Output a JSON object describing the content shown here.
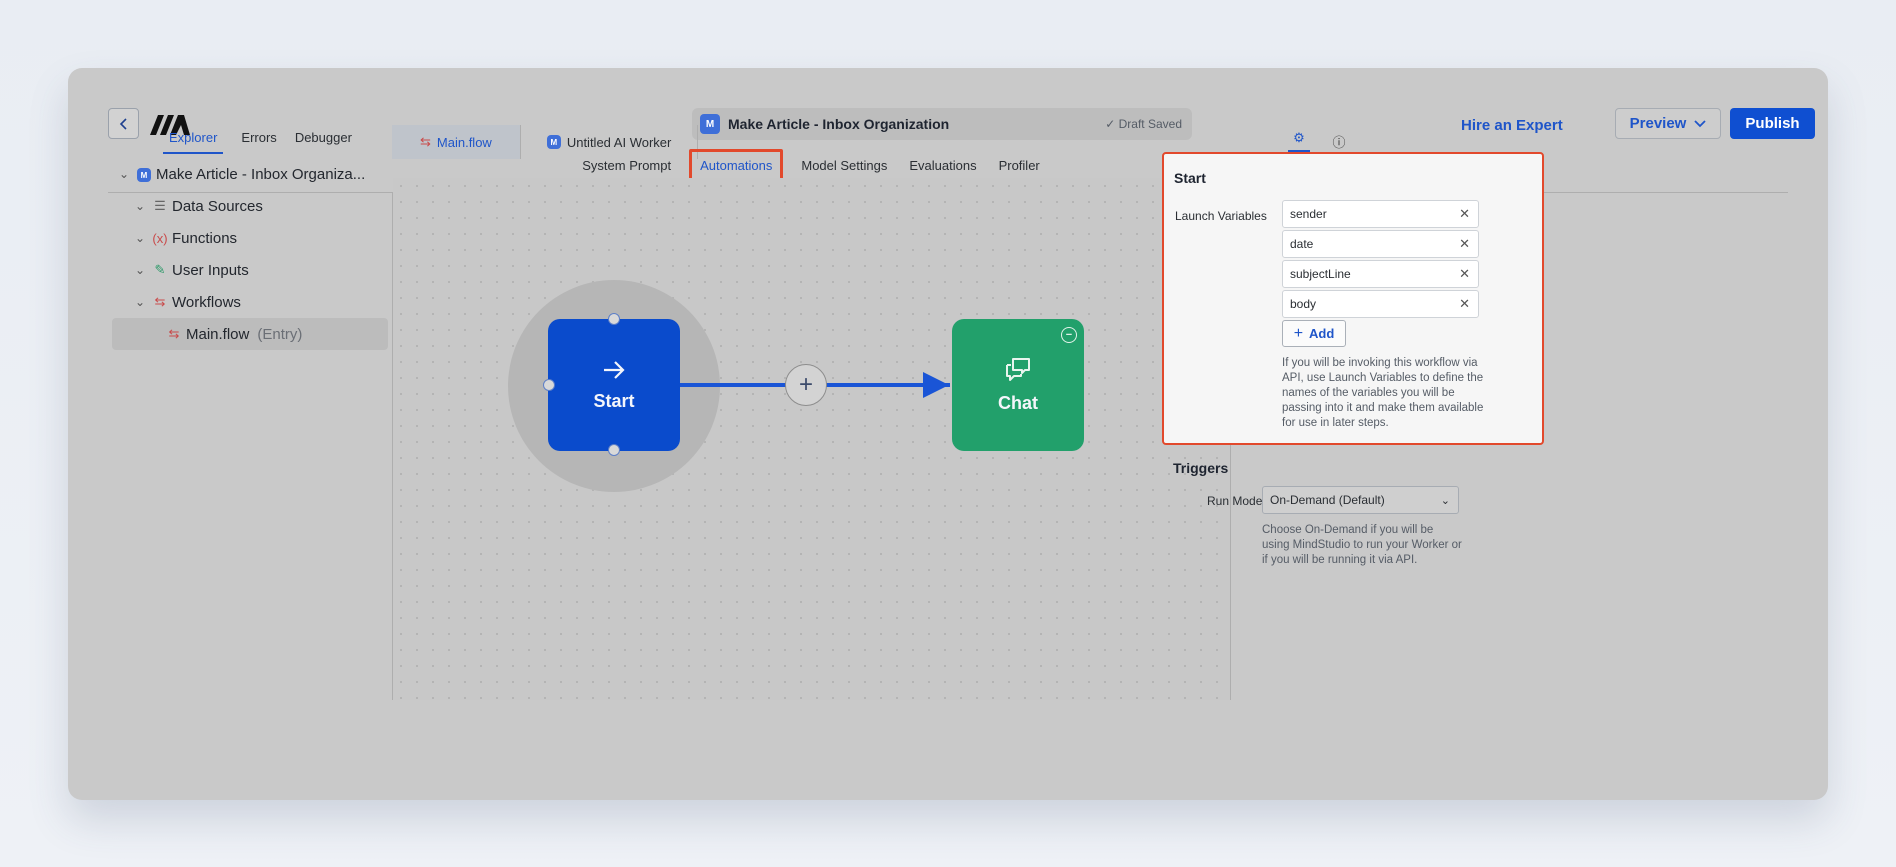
{
  "header": {
    "doc_title": "Make Article - Inbox Organization",
    "draft_status": "Draft Saved",
    "hire_label": "Hire an Expert",
    "preview_label": "Preview",
    "publish_label": "Publish"
  },
  "left_tabs": [
    "Explorer",
    "Errors",
    "Debugger"
  ],
  "tree": {
    "root": "Make Article - Inbox Organiza...",
    "items": [
      "Data Sources",
      "Functions",
      "User Inputs",
      "Workflows"
    ],
    "selected": {
      "name": "Main.flow",
      "tag": "(Entry)"
    }
  },
  "file_tabs": [
    "Main.flow",
    "Untitled AI Worker"
  ],
  "sub_tabs": [
    "System Prompt",
    "Automations",
    "Model Settings",
    "Evaluations",
    "Profiler"
  ],
  "canvas": {
    "start_label": "Start",
    "chat_label": "Chat"
  },
  "start_panel": {
    "title": "Start",
    "launch_label": "Launch Variables",
    "variables": [
      "sender",
      "date",
      "subjectLine",
      "body"
    ],
    "add_label": "Add",
    "help": "If you will be invoking this workflow via API, use Launch Variables to define the names of the variables you will be passing into it and make them available for use in later steps."
  },
  "triggers": {
    "title": "Triggers",
    "run_mode_label": "Run Mode",
    "run_mode_value": "On-Demand (Default)",
    "help": "Choose On-Demand if you will be using MindStudio to run your Worker or if you will be running it via API."
  },
  "colors": {
    "accent": "#1f55c9",
    "start_node": "#0a4bcc",
    "chat_node": "#22a06b",
    "highlight": "#e2492c"
  }
}
